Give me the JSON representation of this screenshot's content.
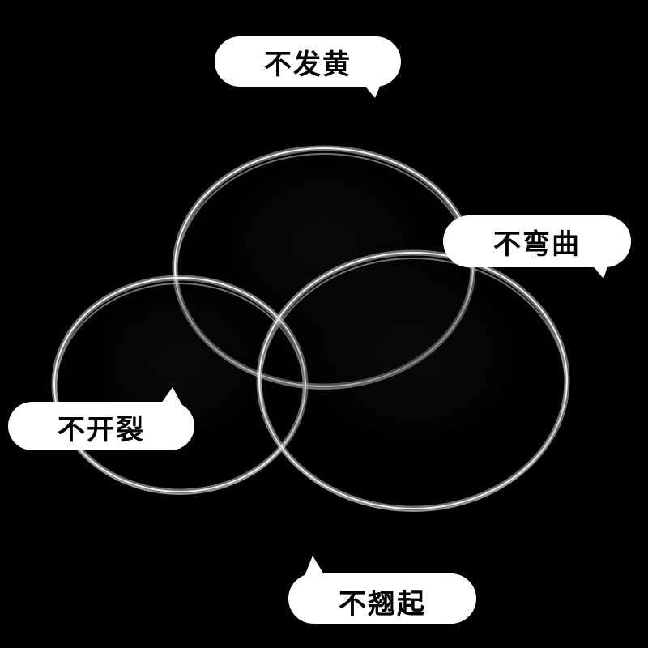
{
  "labels": {
    "no_yellowing": "不发黄",
    "no_bending": "不弯曲",
    "no_cracking": "不开裂",
    "no_warping": "不翘起"
  },
  "colors": {
    "background": "#000000",
    "bubble_fill": "#ffffff",
    "text": "#000000",
    "disc_edge": "#e6e6e6"
  }
}
